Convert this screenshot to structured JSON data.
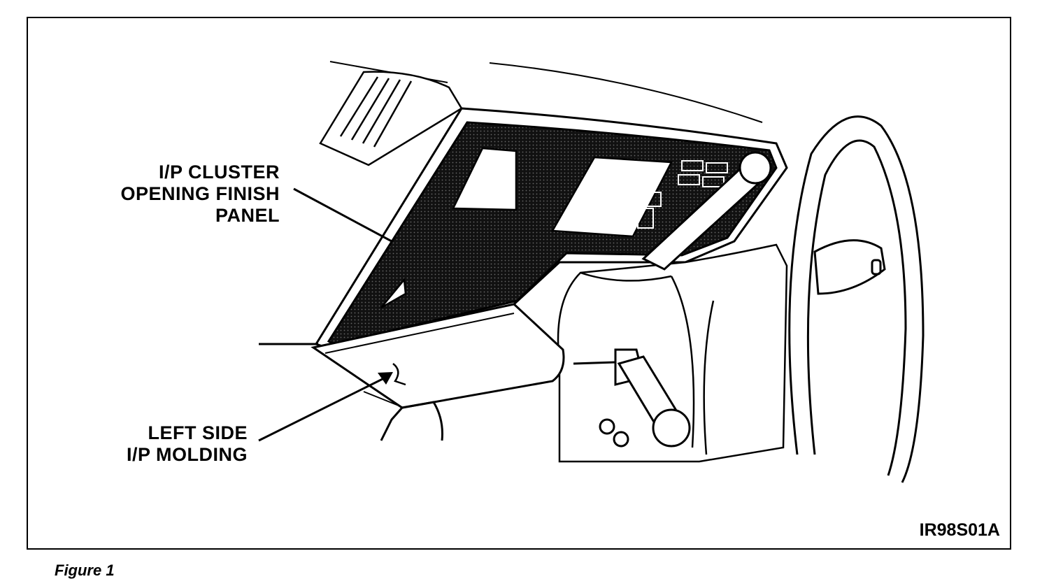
{
  "figure": {
    "callouts": {
      "cluster_panel": [
        "I/P CLUSTER",
        "OPENING FINISH",
        "PANEL"
      ],
      "left_molding": [
        "LEFT SIDE",
        "I/P MOLDING"
      ]
    },
    "drawing_id": "IR98S01A",
    "caption": "Figure 1"
  },
  "colors": {
    "ink": "#000000",
    "paper": "#ffffff"
  }
}
